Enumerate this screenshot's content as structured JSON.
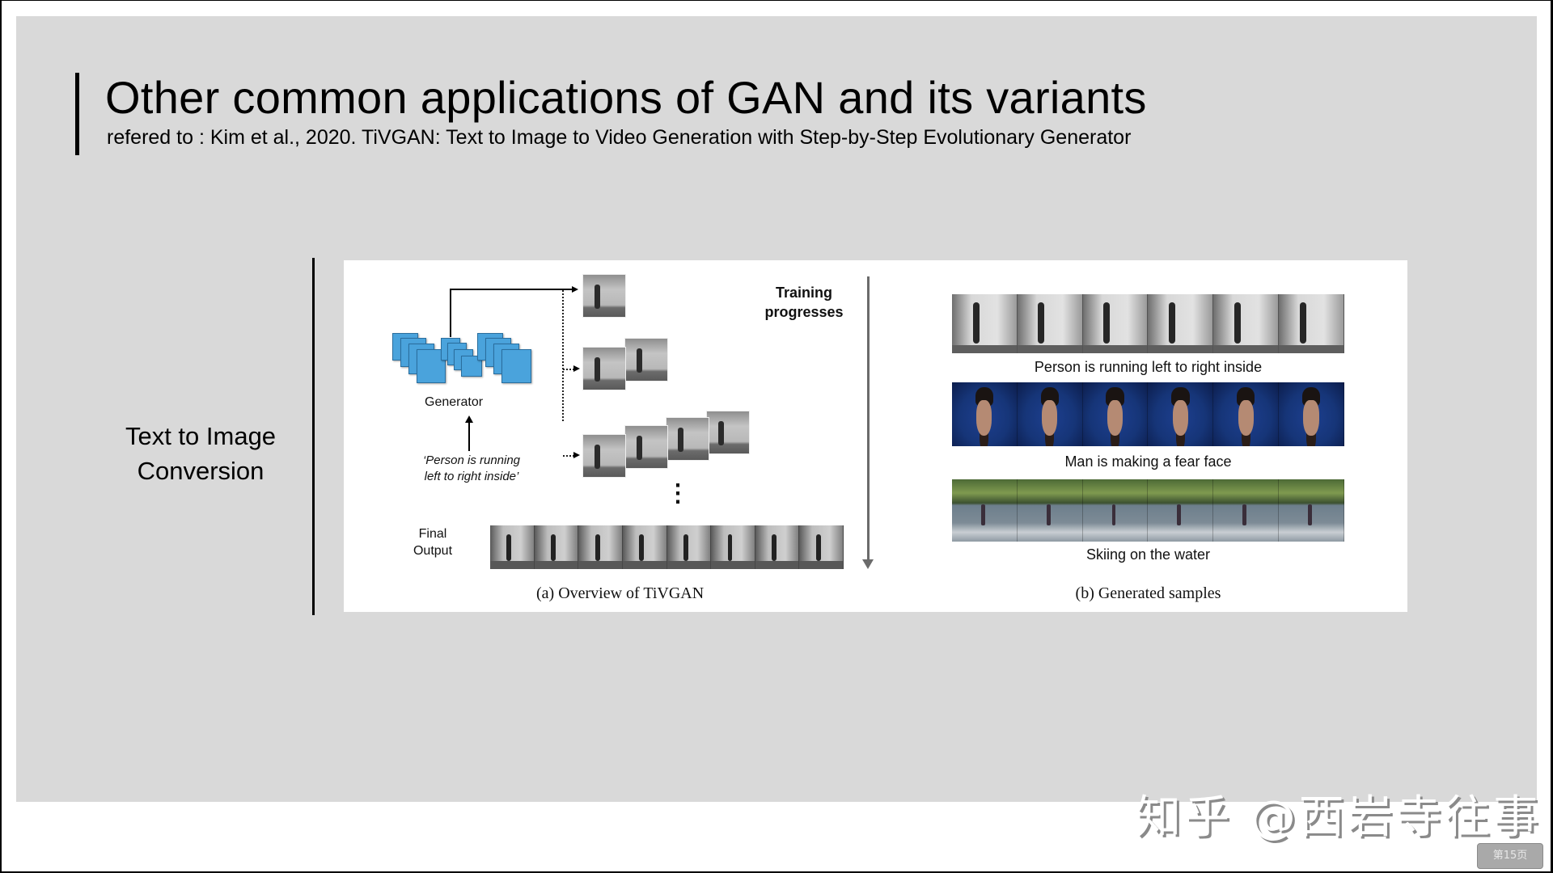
{
  "slide": {
    "title": "Other common applications of GAN and its variants",
    "subtitle": "refered to : Kim et al., 2020. TiVGAN: Text to Image to Video Generation with Step-by-Step Evolutionary Generator",
    "side_label_line1": "Text to Image",
    "side_label_line2": "Conversion",
    "colors": {
      "slide_background": "#d9d9d9",
      "generator_block": "#4aa3dc",
      "arrow_gray": "#6b6b6b"
    }
  },
  "figure": {
    "overview": {
      "generator_label": "Generator",
      "text_input_line1": "‘Person is running",
      "text_input_line2": "left to right inside’",
      "training_label_line1": "Training",
      "training_label_line2": "progresses",
      "dots": "⋮",
      "final_output_line1": "Final",
      "final_output_line2": "Output",
      "final_output_frame_count": 8,
      "caption": "(a) Overview of TiVGAN"
    },
    "samples": {
      "items": [
        {
          "caption": "Person is running left to right inside",
          "frames": 6
        },
        {
          "caption": "Man is making a fear face",
          "frames": 6
        },
        {
          "caption": "Skiing on the water",
          "frames": 6
        }
      ],
      "caption": "(b) Generated samples"
    }
  },
  "watermark": "知乎 @西岩寺往事",
  "page_indicator": "第15页"
}
